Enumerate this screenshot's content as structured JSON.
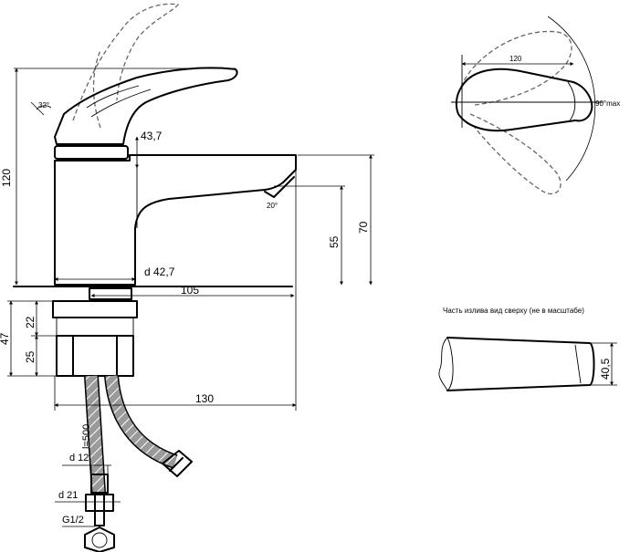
{
  "side_view": {
    "dims": {
      "height_total": "120",
      "lever_angle": "32°",
      "body_height": "43,7",
      "spout_angle": "20°",
      "spout_height_55": "55",
      "spout_height_70": "70",
      "body_diameter": "d 42,7",
      "spout_reach": "105",
      "thread_22": "22",
      "thread_47": "47",
      "thread_25": "25",
      "reach_total": "130"
    },
    "hose": {
      "length": "l=500",
      "inner_diameter": "d 12",
      "nut_diameter": "d 21",
      "thread": "G1/2"
    }
  },
  "top_view": {
    "dims": {
      "lever_width": "120",
      "rotation": "90°max"
    }
  },
  "spout_top_view": {
    "caption": "Часть излива вид сверху (не в масштабе)",
    "width": "40,5"
  }
}
